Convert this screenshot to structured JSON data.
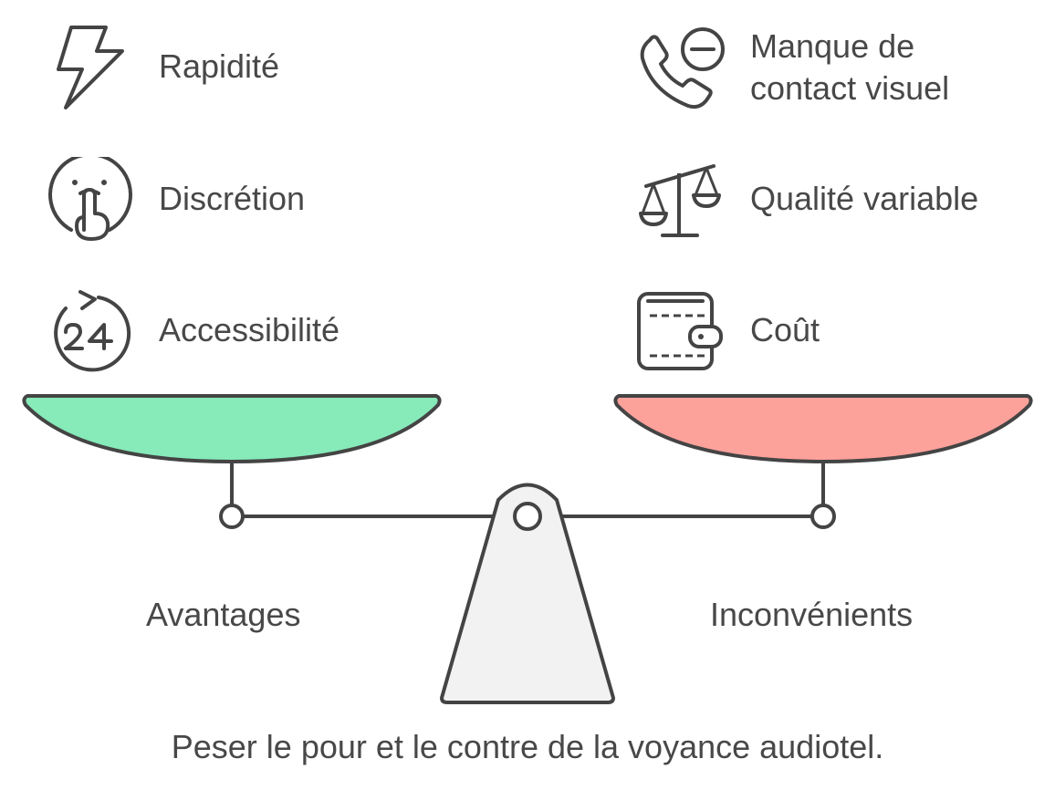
{
  "advantages": {
    "label": "Avantages",
    "items": [
      {
        "label": "Rapidité",
        "icon": "lightning-icon"
      },
      {
        "label": "Discrétion",
        "icon": "hush-finger-icon"
      },
      {
        "label": "Accessibilité",
        "icon": "clock-24-icon"
      }
    ],
    "pan_color": "#86EAB9"
  },
  "disadvantages": {
    "label": "Inconvénients",
    "items": [
      {
        "label": "Manque de contact visuel",
        "icon": "phone-minus-icon"
      },
      {
        "label": "Qualité variable",
        "icon": "balance-scale-icon"
      },
      {
        "label": "Coût",
        "icon": "wallet-icon"
      }
    ],
    "pan_color": "#FDA19B"
  },
  "caption": "Peser le pour et le contre de la voyance audiotel.",
  "colors": {
    "stroke": "#444444",
    "fulcrum": "#F2F2F2"
  }
}
